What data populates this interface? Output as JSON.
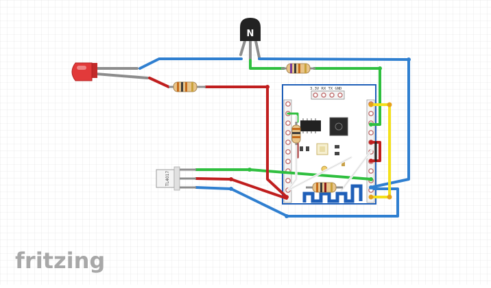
{
  "app": {
    "logo_text": "fritzing"
  },
  "components": {
    "transistor": {
      "symbol": "N"
    },
    "board": {
      "pin_header_label": "3.3V RX  TX  GND"
    },
    "sensor": {
      "label": "TL4017"
    }
  },
  "colors": {
    "grid_line": "#e3e3e3",
    "wire_blue": "#2f7fd0",
    "wire_green": "#2fbf3f",
    "wire_red": "#c01e1e",
    "wire_yellow": "#f4e01a",
    "wire_black": "#222222",
    "wire_white": "#f2f2f2",
    "wire_gray": "#8c8c8c",
    "board_blue": "#1f5fb8",
    "led_red": "#e23a3a",
    "chip_black": "#222222",
    "logo_gray": "#a8a8a8"
  },
  "icons": [
    "led-icon",
    "transistor-icon",
    "resistor-icon",
    "sensor-icon",
    "wifi-module-icon"
  ]
}
